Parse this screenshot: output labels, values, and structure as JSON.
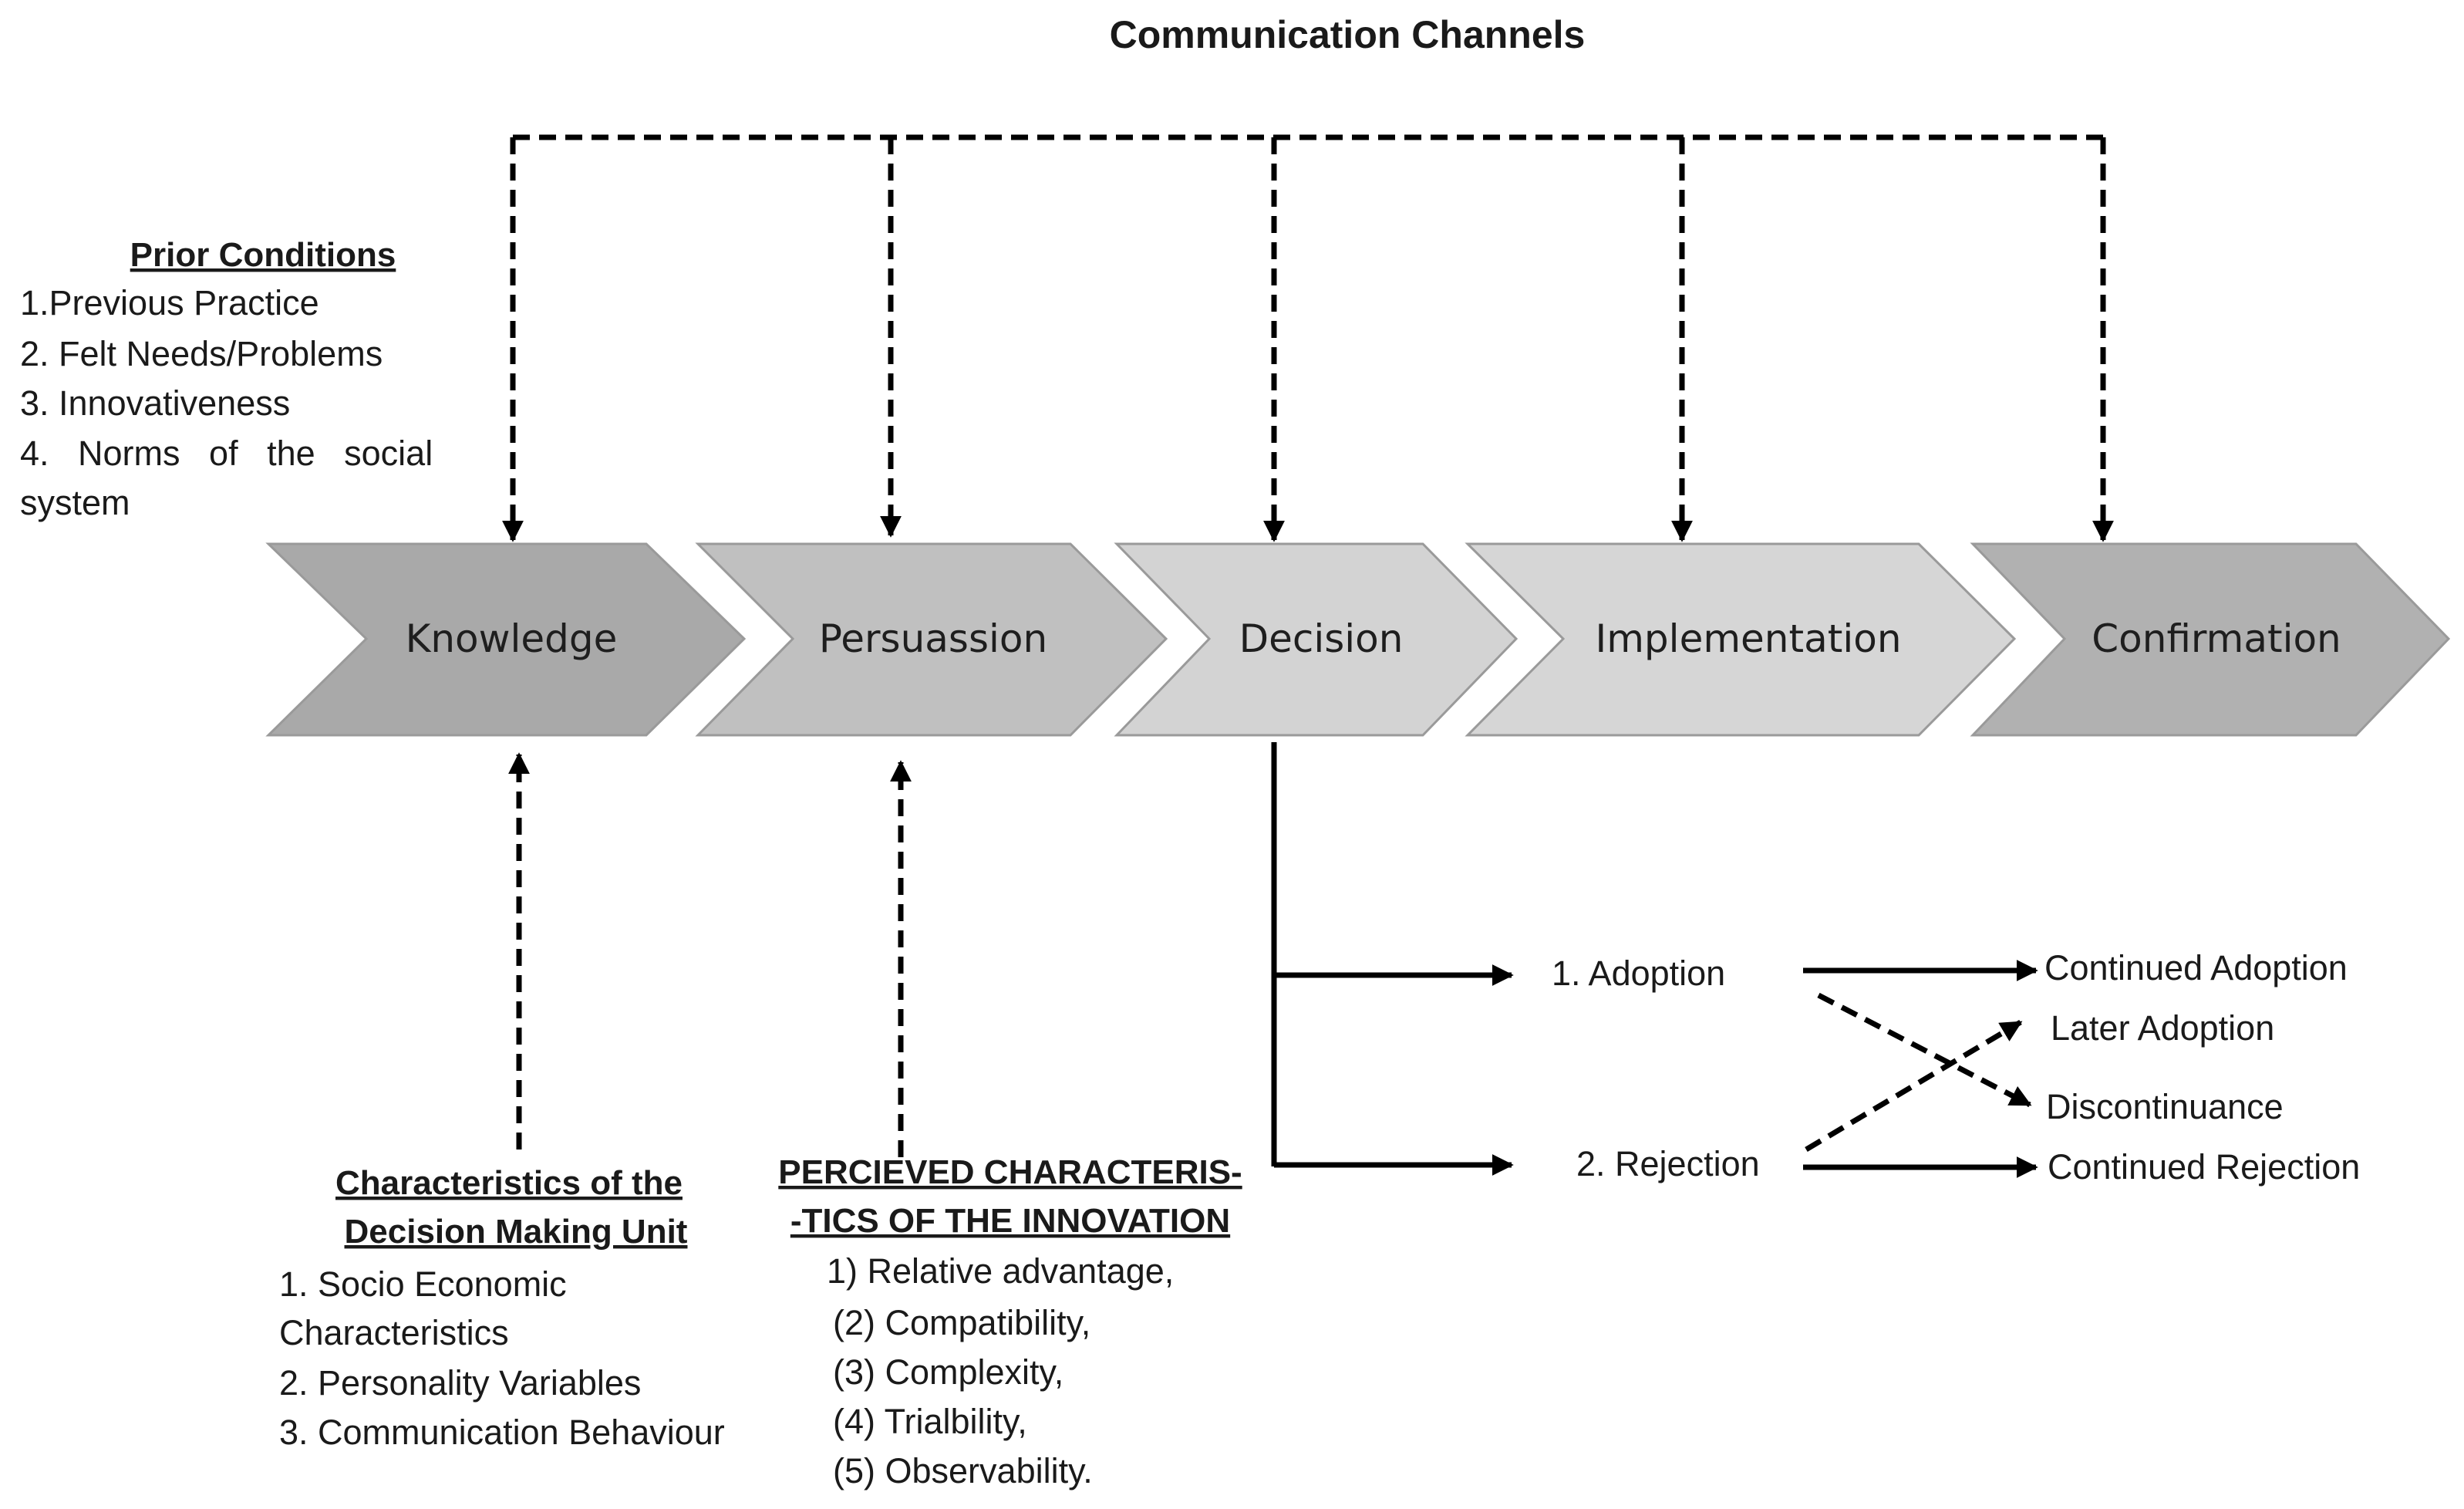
{
  "title": "Communication Channels",
  "prior_conditions": {
    "heading": "Prior Conditions",
    "items": [
      "1.Previous Practice",
      "2. Felt Needs/Problems",
      "3. Innovativeness",
      "4.   Norms   of   the   social",
      "system"
    ]
  },
  "stages": [
    {
      "label": "Knowledge",
      "fill": "#a9a9a9"
    },
    {
      "label": "Persuassion",
      "fill": "#c0c0c0"
    },
    {
      "label": "Decision",
      "fill": "#d3d3d3"
    },
    {
      "label": "Implementation",
      "fill": "#d6d6d6"
    },
    {
      "label": "Confirmation",
      "fill": "#b1b1b1"
    }
  ],
  "decision_unit": {
    "heading": [
      "Characteristics of the",
      "Decision Making Unit"
    ],
    "items": [
      "1. Socio Economic",
      "Characteristics",
      "2. Personality Variables",
      "3. Communication Behaviour"
    ]
  },
  "innovation": {
    "heading": [
      "PERCIEVED CHARACTERIS-",
      "-TICS OF THE INNOVATION"
    ],
    "items": [
      "1) Relative advantage,",
      "(2) Compatibility,",
      "(3) Complexity,",
      "(4) Trialbility,",
      "(5) Observability."
    ]
  },
  "outcomes": {
    "adoption": "1. Adoption",
    "rejection": "2. Rejection",
    "continued_adoption": "Continued Adoption",
    "later_adoption": "Later Adoption",
    "discontinuance": "Discontinuance",
    "continued_rejection": "Continued Rejection"
  }
}
